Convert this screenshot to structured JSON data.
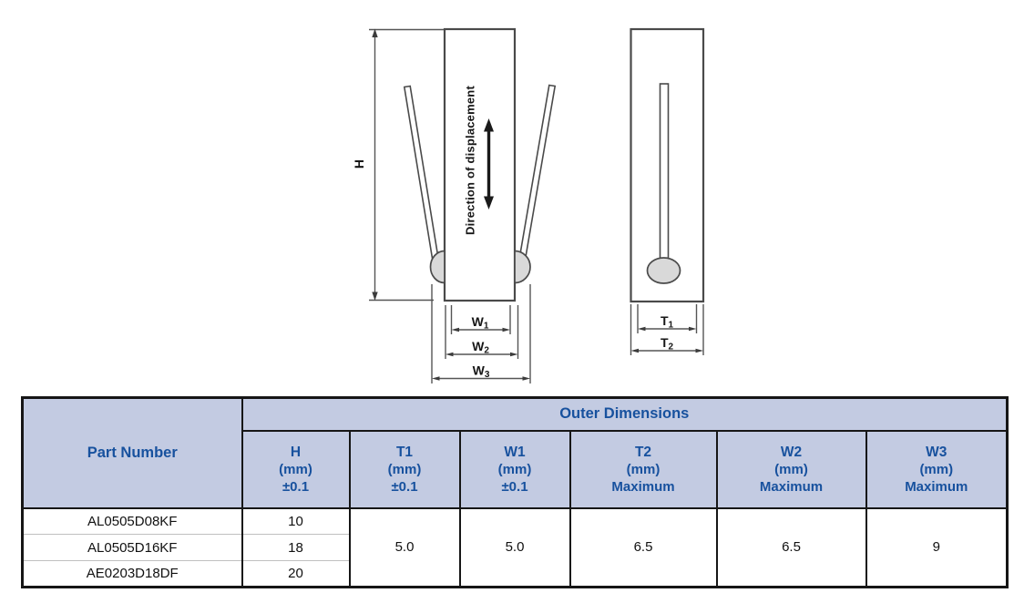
{
  "diagram": {
    "front": {
      "h_label": "H",
      "displacement_label": "Direction of displacement",
      "w1": {
        "base": "W",
        "sub": "1"
      },
      "w2": {
        "base": "W",
        "sub": "2"
      },
      "w3": {
        "base": "W",
        "sub": "3"
      }
    },
    "side": {
      "t1": {
        "base": "T",
        "sub": "1"
      },
      "t2": {
        "base": "T",
        "sub": "2"
      }
    },
    "colors": {
      "line": "#4a4a4a",
      "solder_fill": "#d9d9d9"
    }
  },
  "table": {
    "part_number_header": "Part Number",
    "group_header": "Outer Dimensions",
    "columns": [
      {
        "sym": "H",
        "unit": "(mm)",
        "tol": "±0.1"
      },
      {
        "sym": "T1",
        "unit": "(mm)",
        "tol": "±0.1"
      },
      {
        "sym": "W1",
        "unit": "(mm)",
        "tol": "±0.1"
      },
      {
        "sym": "T2",
        "unit": "(mm)",
        "tol": "Maximum"
      },
      {
        "sym": "W2",
        "unit": "(mm)",
        "tol": "Maximum"
      },
      {
        "sym": "W3",
        "unit": "(mm)",
        "tol": "Maximum"
      }
    ],
    "rows": [
      {
        "part": "AL0505D08KF",
        "h": "10"
      },
      {
        "part": "AL0505D16KF",
        "h": "18"
      },
      {
        "part": "AE0203D18DF",
        "h": "20"
      }
    ],
    "merged": {
      "t1": "5.0",
      "w1": "5.0",
      "t2": "6.5",
      "w2": "6.5",
      "w3": "9"
    },
    "colors": {
      "header_bg": "#c3cbe2",
      "header_text": "#17519e",
      "border": "#161616",
      "row_divider": "#c0c0c0"
    }
  }
}
